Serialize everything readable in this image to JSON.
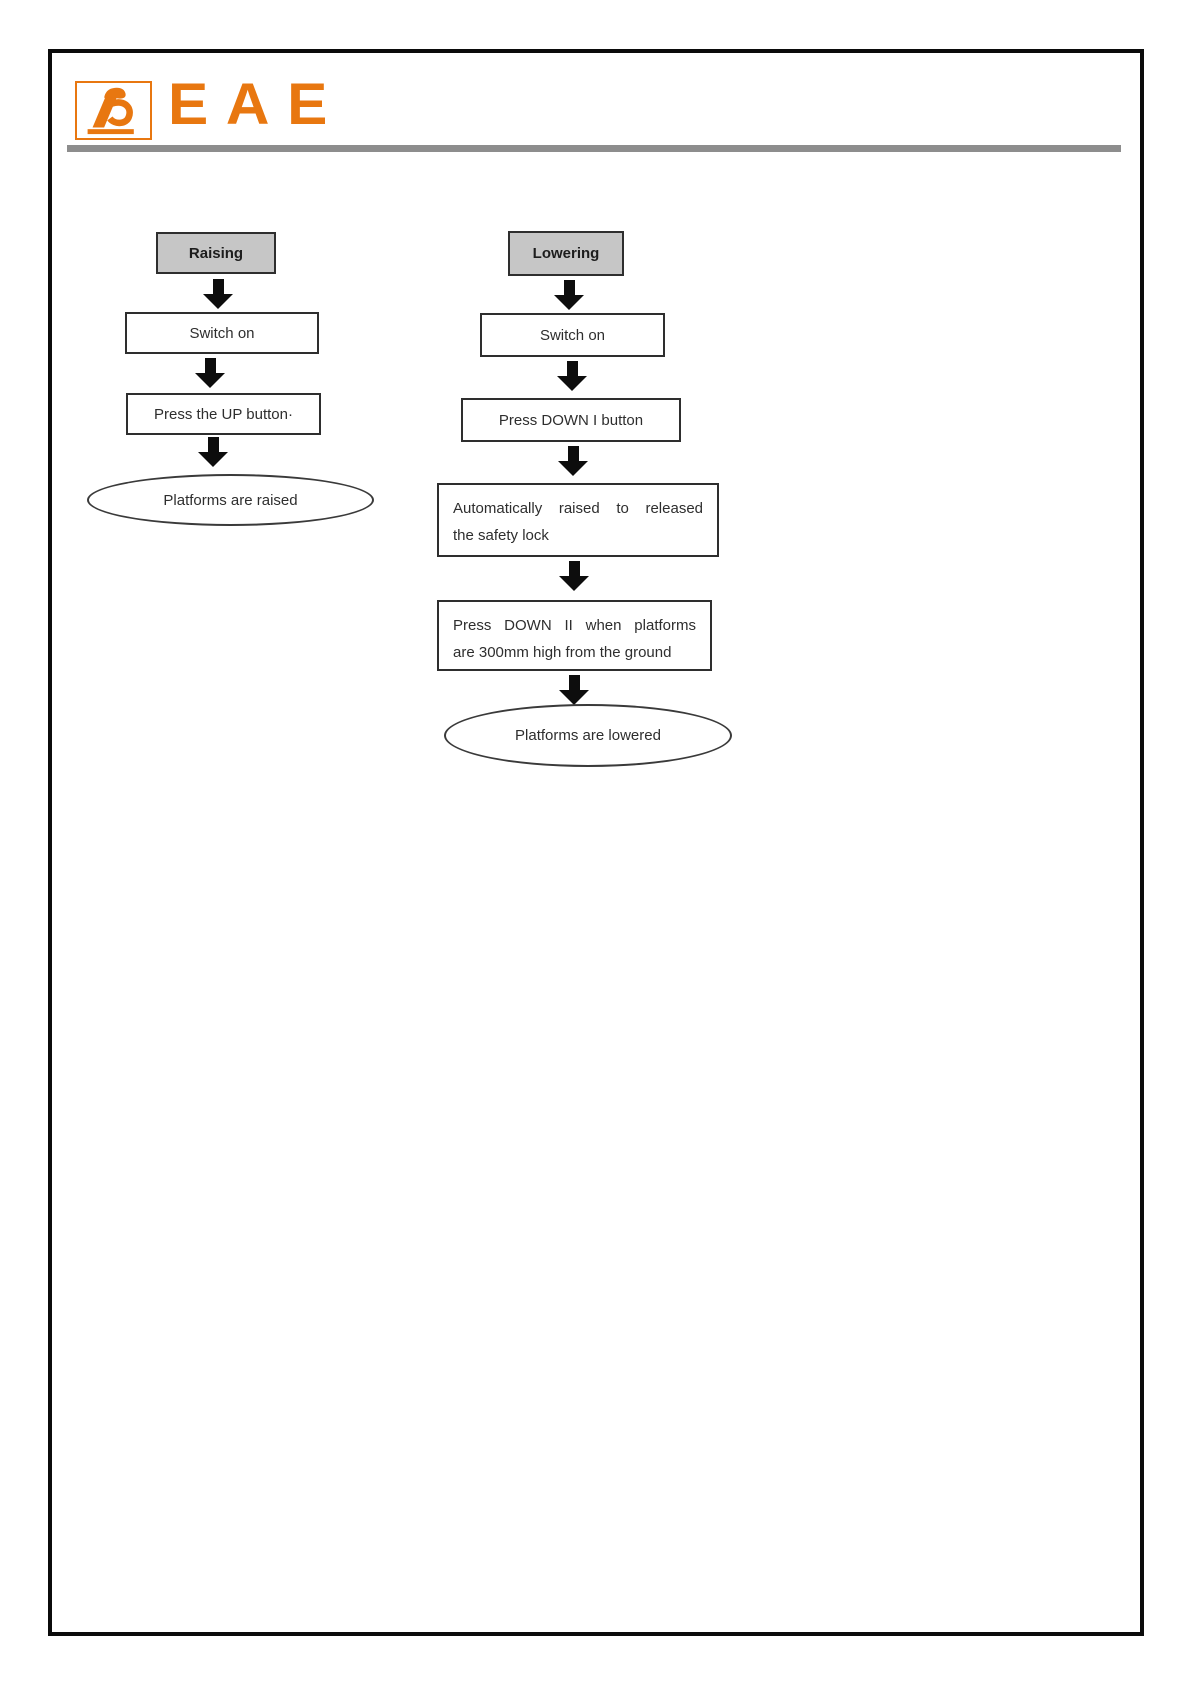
{
  "header": {
    "brand": "EAE",
    "logo_icon": "eae-stylized-p-icon",
    "brand_color": "#e87710"
  },
  "flowcharts": {
    "raising": {
      "title": "Raising",
      "steps": [
        {
          "lines": [
            "Switch on"
          ]
        },
        {
          "lines": [
            "Press the UP button·"
          ]
        }
      ],
      "result": "Platforms are raised"
    },
    "lowering": {
      "title": "Lowering",
      "steps": [
        {
          "lines": [
            "Switch on"
          ]
        },
        {
          "lines": [
            "Press DOWN I button"
          ]
        },
        {
          "lines": [
            "Automatically raised to released",
            "the safety lock"
          ]
        },
        {
          "lines": [
            "Press DOWN II when platforms",
            "are 300mm high from the ground"
          ]
        }
      ],
      "result": "Platforms are lowered"
    }
  },
  "colors": {
    "accent_orange": "#e87710",
    "title_box_fill": "#c6c6c6",
    "box_border": "#2e2e2e",
    "arrow_black": "#0d0d0d",
    "divider_gray": "#8d8d8d",
    "page_frame": "#0b0b0b"
  }
}
